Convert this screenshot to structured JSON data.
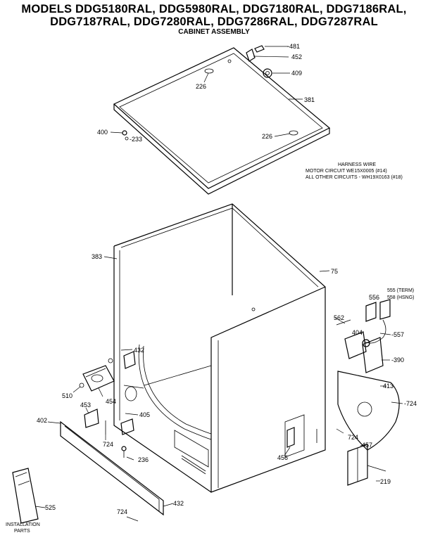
{
  "header": {
    "line1": "MODELS DDG5180RAL, DDG5980RAL, DDG7180RAL, DDG7186RAL,",
    "line2": "DDG7187RAL, DDG7280RAL, DDG7286RAL, DDG7287RAL",
    "subtitle": "CABINET ASSEMBLY"
  },
  "harness_note": {
    "title": "HARNESS WIRE",
    "line1": "MOTOR CIRCUIT    WE15X0005 (#14)",
    "line2": "ALL OTHER CIRCUITS - WH19X0163 (#18)"
  },
  "part_labels": {
    "p481": "481",
    "p452": "452",
    "p409": "409",
    "p226a": "226",
    "p381": "381",
    "p400": "400",
    "p233": "233",
    "p226b": "226",
    "p383": "383",
    "p75": "75",
    "p556": "556",
    "p555": "555 (TERM)",
    "p558": "558 (HSNG)",
    "p562": "562",
    "p404": "404",
    "p557": "557",
    "p390": "390",
    "p432a": "432",
    "p510": "510",
    "p454": "454",
    "p413": "413",
    "p724a": "724",
    "p453": "453",
    "p402": "402",
    "p405": "405",
    "p724b": "724",
    "p724c": "724",
    "p457": "457",
    "p236": "236",
    "p456": "456",
    "p219": "219",
    "p525": "525",
    "p432b": "432",
    "p724d": "724",
    "installation_line1": "INSTALLATION",
    "installation_line2": "PARTS"
  }
}
